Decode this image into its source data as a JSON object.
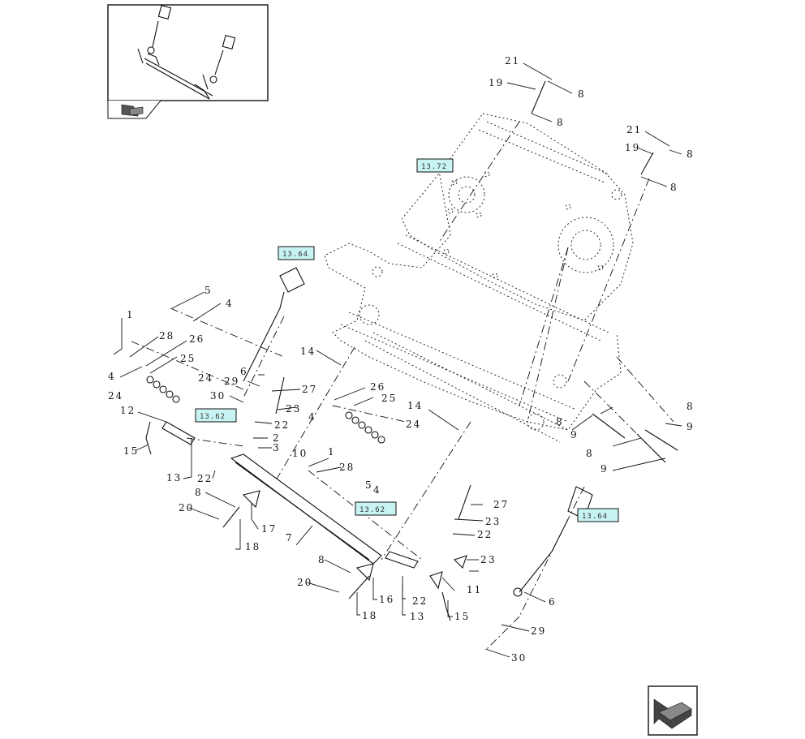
{
  "figure": {
    "thumbnail": {
      "nav_icon": "back-arrow-icon"
    },
    "reference_boxes": [
      {
        "label": "13.72"
      },
      {
        "label": "13.64"
      },
      {
        "label": "13.62"
      },
      {
        "label": "13.62"
      },
      {
        "label": "13.64"
      }
    ],
    "callouts": [
      "21",
      "19",
      "8",
      "8",
      "21",
      "19",
      "8",
      "8",
      "5",
      "4",
      "1",
      "28",
      "26",
      "4",
      "25",
      "24",
      "24",
      "29",
      "6",
      "27",
      "30",
      "23",
      "12",
      "22",
      "2",
      "3",
      "15",
      "13",
      "22",
      "14",
      "26",
      "25",
      "4",
      "24",
      "14",
      "10",
      "1",
      "28",
      "5",
      "4",
      "8",
      "9",
      "9",
      "8",
      "9",
      "8",
      "8",
      "20",
      "17",
      "18",
      "7",
      "27",
      "23",
      "22",
      "2",
      "3",
      "8",
      "20",
      "16",
      "18",
      "22",
      "13",
      "11",
      "15",
      "6",
      "29",
      "30"
    ],
    "corner_icon": "next-page-arrow-icon"
  }
}
